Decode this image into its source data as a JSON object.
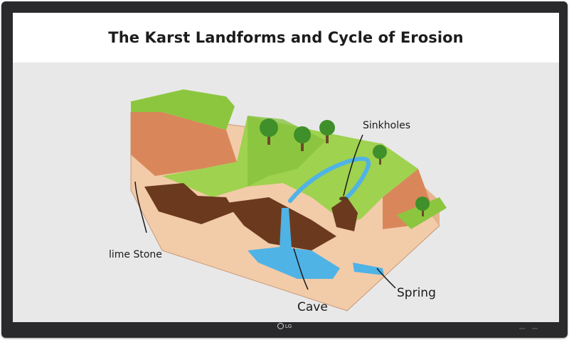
{
  "slide": {
    "title": "The Karst Landforms and Cycle of Erosion"
  },
  "diagram": {
    "labels": {
      "sinkholes": "Sinkholes",
      "limestone": "lime Stone",
      "cave": "Cave",
      "spring": "Spring"
    }
  },
  "display": {
    "brand": "LG"
  },
  "colors": {
    "bezel": "#2a2a2c",
    "grass": "#8cc63f",
    "soil": "#d98a5c",
    "rock": "#f0c8a8",
    "water": "#4fb3e6",
    "cavity": "#6b3a1e",
    "tree": "#3f8f2a"
  }
}
